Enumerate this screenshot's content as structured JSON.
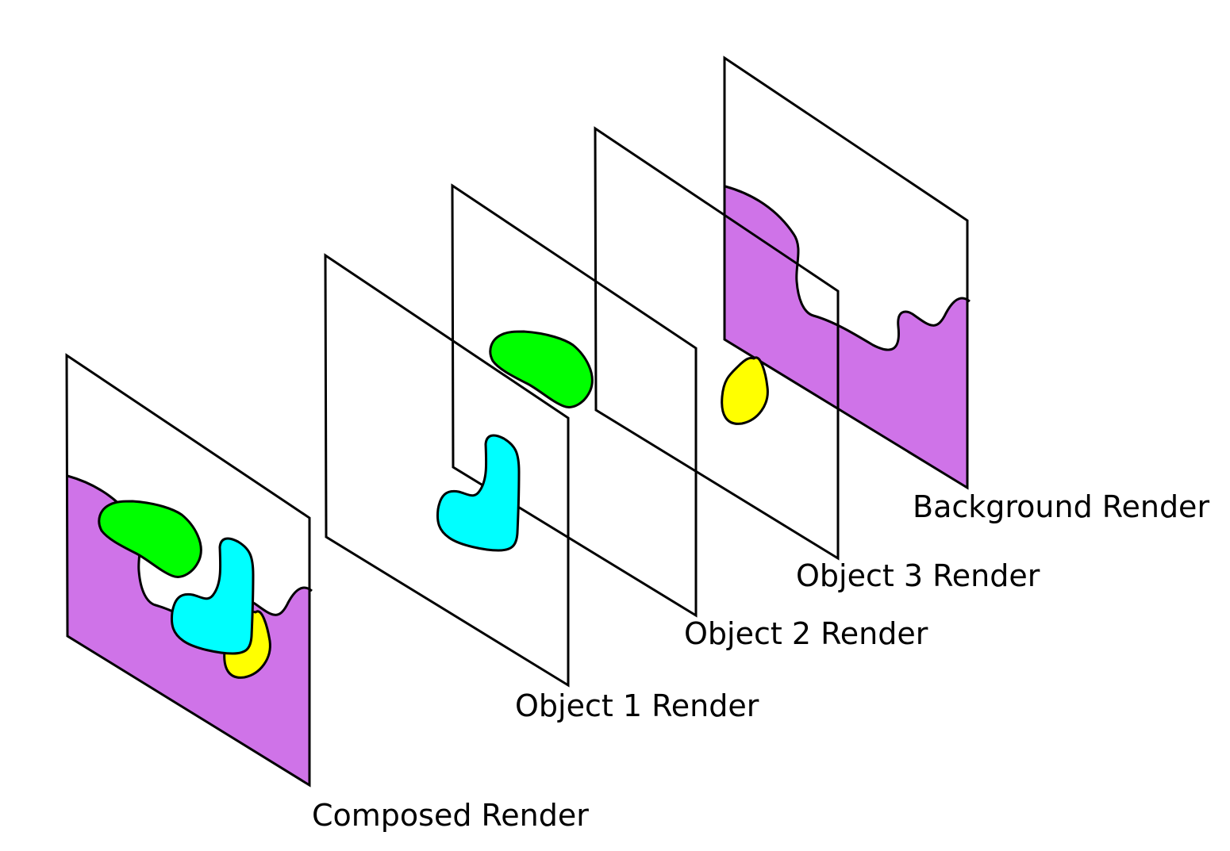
{
  "labels": {
    "background": "Background Render",
    "object3": "Object 3 Render",
    "object2": "Object 2 Render",
    "object1": "Object 1 Render",
    "composed": "Composed Render"
  },
  "colors": {
    "background_fill": "#cf73e8",
    "object_green": "#00ff00",
    "object_yellow": "#ffff00",
    "object_cyan": "#00ffff",
    "frame_stroke": "#000000"
  }
}
